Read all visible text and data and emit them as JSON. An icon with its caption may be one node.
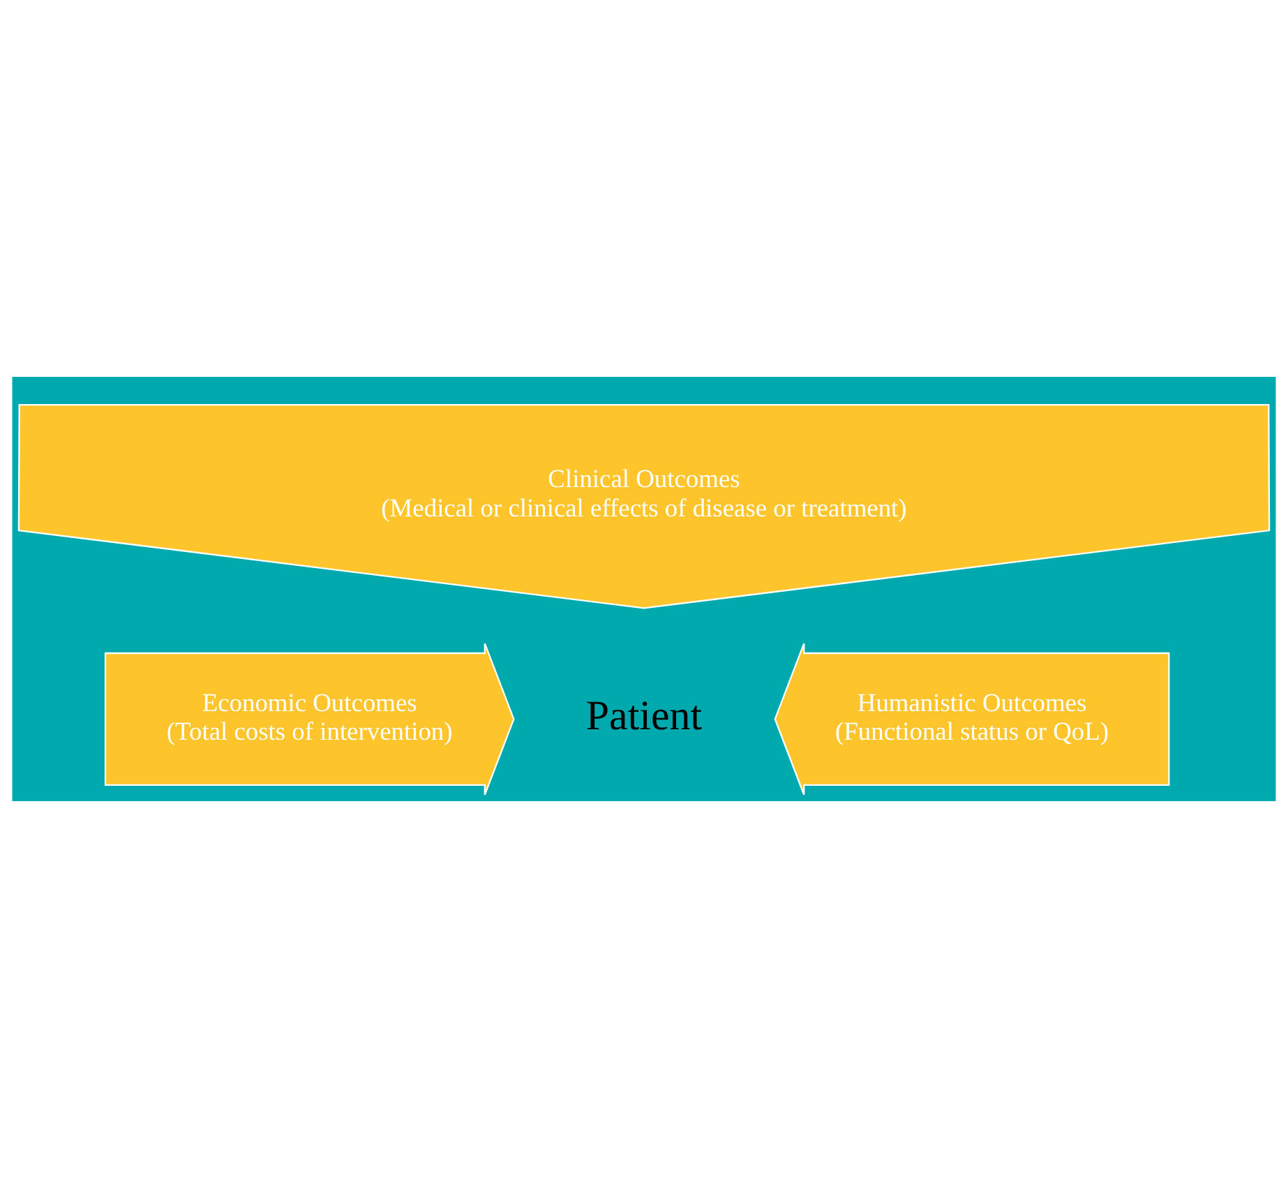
{
  "diagram": {
    "nodes": [
      {
        "text": [
          "Clinical Outcomes",
          "(Medical or clinical effects of disease or treatment)"
        ]
      },
      {
        "text": [
          "Patient"
        ]
      },
      {
        "text": [
          "Economic Outcomes",
          "(Total costs of intervention)"
        ]
      },
      {
        "text": [
          "Humanistic Outcomes",
          "(Functional status or QoL)"
        ]
      }
    ],
    "edges": []
  }
}
